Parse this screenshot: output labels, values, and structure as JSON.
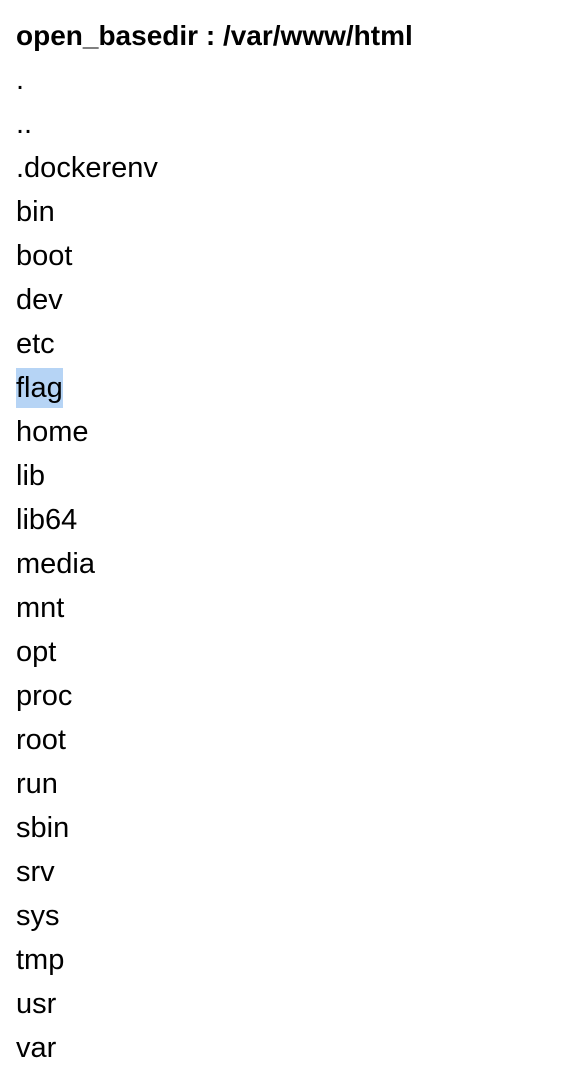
{
  "header": {
    "label": "open_basedir",
    "separator": " : ",
    "path": "/var/www/html"
  },
  "entries": [
    ".",
    "..",
    ".dockerenv",
    "bin",
    "boot",
    "dev",
    "etc",
    "flag",
    "home",
    "lib",
    "lib64",
    "media",
    "mnt",
    "opt",
    "proc",
    "root",
    "run",
    "sbin",
    "srv",
    "sys",
    "tmp",
    "usr",
    "var"
  ],
  "selection": {
    "entry": "flag",
    "color": "#b6d4f5"
  }
}
